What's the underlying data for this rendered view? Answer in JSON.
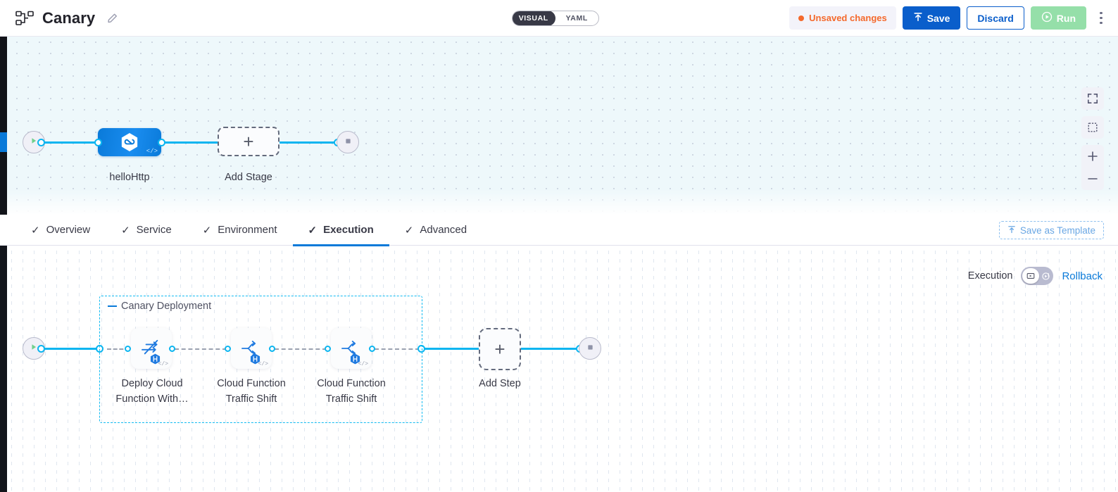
{
  "header": {
    "pipeline_icon": "pipeline-nodes-icon",
    "title": "Canary",
    "edit_icon": "pencil-icon",
    "view_toggle": {
      "visual": "VISUAL",
      "yaml": "YAML",
      "selected": "VISUAL"
    },
    "unsaved_label": "Unsaved changes",
    "save_label": "Save",
    "discard_label": "Discard",
    "run_label": "Run",
    "more_icon": "kebab-menu-icon"
  },
  "stage_canvas": {
    "start_icon": "play-icon",
    "end_icon": "stop-icon",
    "stage": {
      "name": "helloHttp",
      "code_badge": "</>"
    },
    "add_stage_label": "Add Stage",
    "controls": {
      "fullscreen": "fullscreen-icon",
      "fit": "fit-to-screen-icon",
      "zoom_in": "plus-icon",
      "zoom_out": "minus-icon"
    }
  },
  "tabs": [
    {
      "label": "Overview",
      "checked": true,
      "active": false
    },
    {
      "label": "Service",
      "checked": true,
      "active": false
    },
    {
      "label": "Environment",
      "checked": true,
      "active": false
    },
    {
      "label": "Execution",
      "checked": true,
      "active": true
    },
    {
      "label": "Advanced",
      "checked": true,
      "active": false
    }
  ],
  "save_as_template_label": "Save as Template",
  "execution": {
    "toggle_left_label": "Execution",
    "toggle_right_label": "Rollback",
    "toggle_left_icon": "execution-icon",
    "toggle_right_icon": "rollback-icon",
    "selected": "Execution",
    "group": {
      "label": "Canary Deployment",
      "steps": [
        {
          "name": "Deploy Cloud\nFunction With…",
          "line1": "Deploy Cloud",
          "line2": "Function With…",
          "icon": "deploy-function-icon",
          "badge": "harness-hex-badge",
          "code": "</>"
        },
        {
          "name": "Cloud Function\nTraffic Shift",
          "line1": "Cloud Function",
          "line2": "Traffic Shift",
          "icon": "traffic-shift-icon",
          "badge": "harness-hex-badge",
          "code": "</>"
        },
        {
          "name": "Cloud Function\nTraffic Shift",
          "line1": "Cloud Function",
          "line2": "Traffic Shift",
          "icon": "traffic-shift-icon",
          "badge": "harness-hex-badge",
          "code": "</>"
        }
      ]
    },
    "add_step_label": "Add Step",
    "start_icon": "play-icon",
    "end_icon": "stop-icon"
  },
  "colors": {
    "primary_blue": "#0a5ecb",
    "edge_cyan": "#0ab5f0",
    "accent_orange": "#f4692c",
    "run_green": "#95dfa9",
    "group_border": "#11bbf2"
  }
}
